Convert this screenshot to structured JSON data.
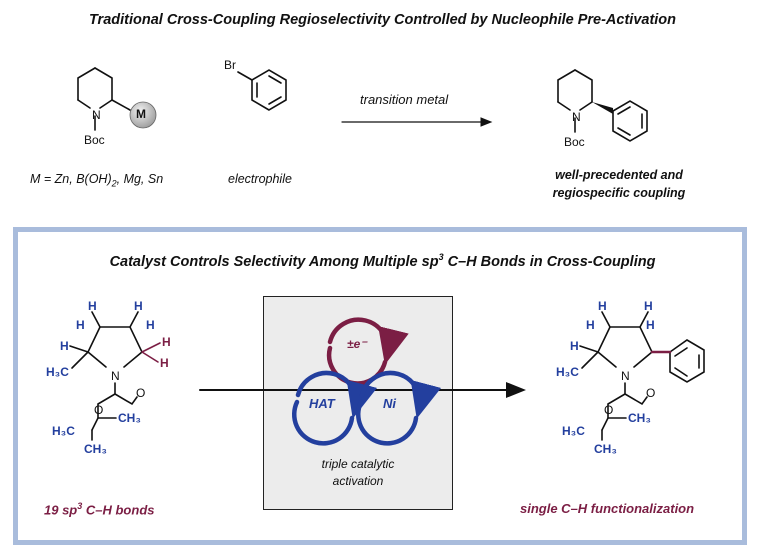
{
  "top_title": "Traditional Cross-Coupling Regioselectivity Controlled by Nucleophile Pre-Activation",
  "top_scheme": {
    "nucleophile": {
      "atom_n": "N",
      "protecting_group": "Boc",
      "metal_symbol": "M",
      "metal_caption": "M = Zn, B(OH)",
      "metal_caption_sub": "2",
      "metal_caption_tail": ", Mg, Sn"
    },
    "electrophile": {
      "atom_br": "Br",
      "caption": "electrophile"
    },
    "arrow_label": "transition metal",
    "product": {
      "atom_n": "N",
      "protecting_group": "Boc",
      "caption_line1": "well-precedented and",
      "caption_line2": "regiospecific coupling"
    }
  },
  "bottom_title": {
    "pre": "Catalyst Controls Selectivity Among Multiple sp",
    "sup": "3",
    "post": " C–H Bonds in Cross-Coupling"
  },
  "substrate": {
    "h": "H",
    "h3c": "H₃C",
    "n": "N",
    "o": "O",
    "ch3": "CH₃",
    "caption_pre": "19 sp",
    "caption_sup": "3",
    "caption_post": " C–H bonds"
  },
  "catalysis": {
    "redox": "±e⁻",
    "hat": "HAT",
    "ni": "Ni",
    "caption_line1": "triple catalytic",
    "caption_line2": "activation"
  },
  "product2": {
    "h": "H",
    "h3c": "H₃C",
    "n": "N",
    "o": "O",
    "ch3": "CH₃",
    "caption": "single C–H functionalization"
  },
  "colors": {
    "maroon": "#7b1e44",
    "blue": "#233f9e",
    "frame": "#a9bcdc",
    "catbox": "#ececec"
  }
}
